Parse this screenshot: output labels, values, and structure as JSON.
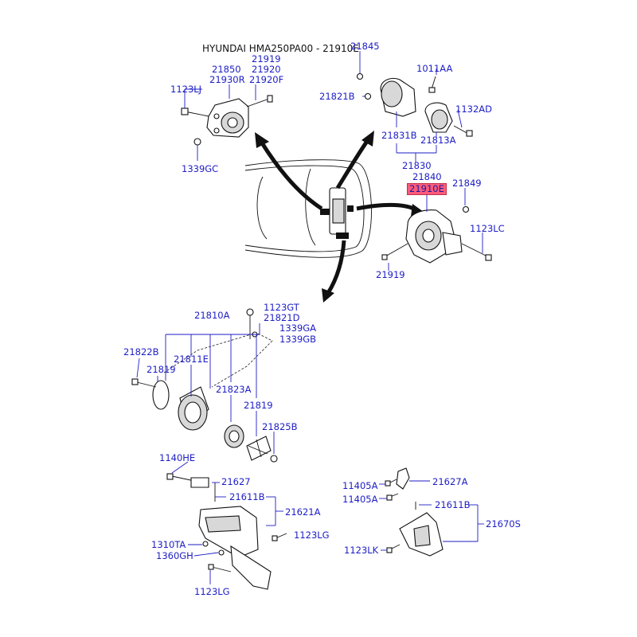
{
  "header": {
    "title": "HYUNDAI HMA250PA00 - 21910E",
    "highlight_color": "#ff5a7a",
    "label_color": "#1d1dc6"
  },
  "labels": {
    "l_21845": "21845",
    "l_1011aa": "1011AA",
    "l_21821b": "21821B",
    "l_1132ad": "1132AD",
    "l_21831b": "21831B",
    "l_21813a": "21813A",
    "l_21830": "21830",
    "l_21840": "21840",
    "l_21910e": "21910E",
    "l_21849": "21849",
    "l_1123lc": "1123LC",
    "l_21919_r": "21919",
    "l_21919_t": "21919",
    "l_21920": "21920",
    "l_21850": "21850",
    "l_21930r": "21930R",
    "l_21920f": "21920F",
    "l_1123lj": "1123LJ",
    "l_1339gc": "1339GC",
    "l_21810a": "21810A",
    "l_1123gt": "1123GT",
    "l_21821d": "21821D",
    "l_1339ga": "1339GA",
    "l_1339gb": "1339GB",
    "l_21822b": "21822B",
    "l_21819_a": "21819",
    "l_21811e": "21811E",
    "l_21823a": "21823A",
    "l_21819_b": "21819",
    "l_21825b": "21825B",
    "l_1140he": "1140HE",
    "l_21627": "21627",
    "l_21611b_l": "21611B",
    "l_21621a": "21621A",
    "l_1310ta": "1310TA",
    "l_1123lg_r": "1123LG",
    "l_1360gh": "1360GH",
    "l_1123lg_b": "1123LG",
    "l_11405a_1": "11405A",
    "l_21627a": "21627A",
    "l_11405a_2": "11405A",
    "l_21611b_r": "21611B",
    "l_21670s": "21670S",
    "l_1123lk": "1123LK"
  }
}
